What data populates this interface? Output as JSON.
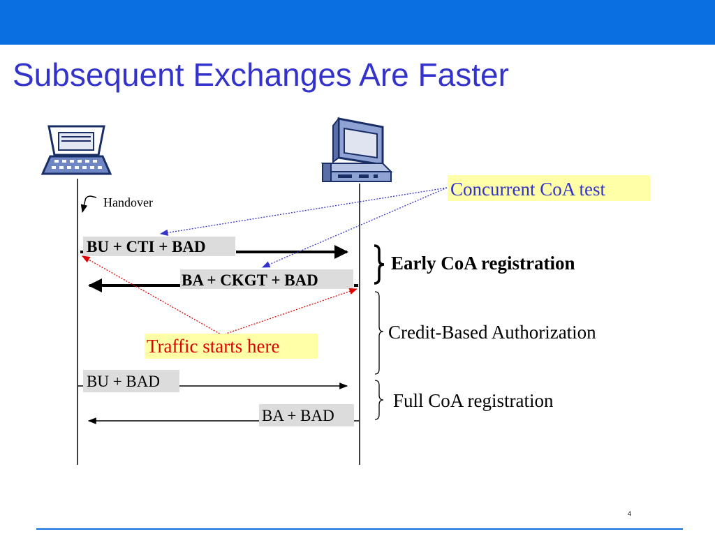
{
  "slide": {
    "title": "Subsequent Exchanges Are Faster",
    "page_number": "4",
    "colors": {
      "header_bar": "#0a6fe0",
      "title": "#3333cc",
      "highlight": "#ffffa8",
      "message_box": "#dcdcdc",
      "red_annotation": "#dd0000",
      "blue_annotation": "#3333cc"
    }
  },
  "diagram": {
    "left_node": {
      "icon": "laptop-icon"
    },
    "right_node": {
      "icon": "desktop-computer-icon"
    },
    "handover_label": "Handover",
    "messages": [
      {
        "label": "BU + CTI + BAD",
        "direction": "right",
        "bold": true
      },
      {
        "label": "BA + CKGT + BAD",
        "direction": "left",
        "bold": true
      },
      {
        "label": "BU + BAD",
        "direction": "right",
        "bold": false
      },
      {
        "label": "BA + BAD",
        "direction": "left",
        "bold": false
      }
    ],
    "phases": [
      {
        "label": "Early CoA registration",
        "bold": true
      },
      {
        "label": "Credit-Based Authorization",
        "bold": false
      },
      {
        "label": "Full CoA registration",
        "bold": false
      }
    ],
    "annotations": {
      "concurrent_coa_test": "Concurrent CoA test",
      "traffic_starts_here": "Traffic starts here"
    }
  }
}
